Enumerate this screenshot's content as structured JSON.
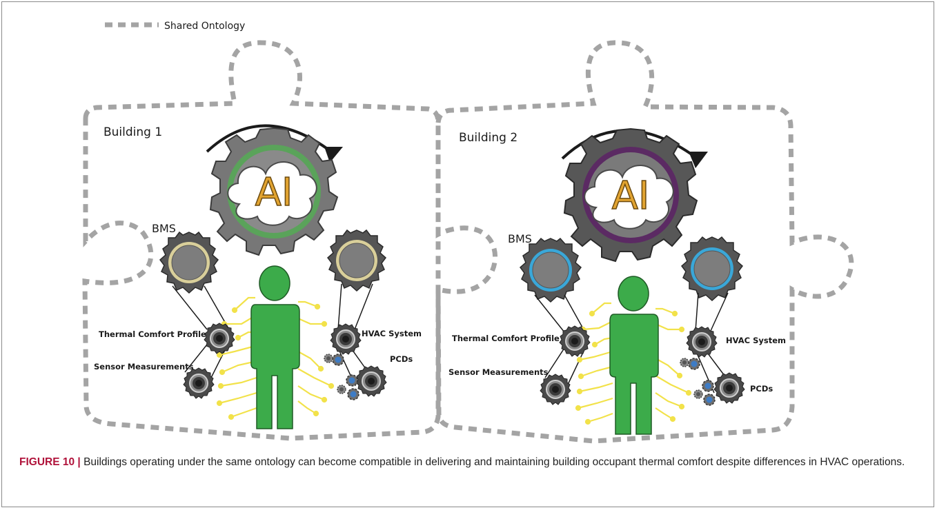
{
  "legend": {
    "label": "Shared Ontology"
  },
  "buildings": [
    {
      "title": "Building 1",
      "ai_label": "AI",
      "bms_label": "BMS",
      "thermal_label": "Thermal Comfort Profile",
      "sensor_label": "Sensor Measurements",
      "hvac_label": "HVAC System",
      "pcd_label": "PCDs",
      "ring_color": "#5aa35a",
      "bms_ring_color": "#d9cf9a",
      "ai_gear_color": "#777777"
    },
    {
      "title": "Building 2",
      "ai_label": "AI",
      "bms_label": "BMS",
      "thermal_label": "Thermal Comfort Profile",
      "sensor_label": "Sensor Measurements",
      "hvac_label": "HVAC System",
      "pcd_label": "PCDs",
      "ring_color": "#5b2a63",
      "bms_ring_color": "#3aa7d8",
      "ai_gear_color": "#575757"
    }
  ],
  "colors": {
    "puzzle_dash": "#a4a4a4",
    "person": "#3cab4a",
    "circuit": "#f2e24a",
    "ai_text": "#e2a431",
    "gear_dark": "#555555"
  },
  "caption": {
    "figure_label": "FIGURE 10 |",
    "text": "Buildings operating under the same ontology can become compatible in delivering and maintaining building occupant thermal comfort despite differences in HVAC operations."
  }
}
